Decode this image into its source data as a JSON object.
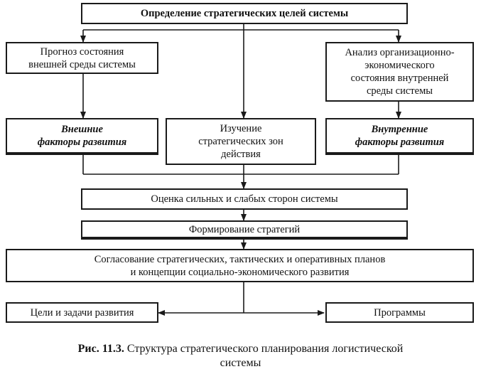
{
  "boxes": {
    "top": "Определение стратегических целей системы",
    "forecast": "Прогноз состояния\nвнешней среды системы",
    "analysis": "Анализ организационно-\nэкономического\nсостояния внутренней\nсреды системы",
    "external": "Внешние\nфакторы развития",
    "study": "Изучение\nстратегических зон\nдействия",
    "internal": "Внутренние\nфакторы развития",
    "assessment": "Оценка сильных и слабых сторон системы",
    "formation": "Формирование стратегий",
    "coordination": "Согласование стратегических, тактических и оперативных планов\nи концепции социально-экономического развития",
    "goals": "Цели и задачи развития",
    "programs": "Программы"
  },
  "caption": {
    "label": "Рис. 11.3.",
    "text": " Структура стратегического планирования логистической",
    "line2": "системы"
  }
}
